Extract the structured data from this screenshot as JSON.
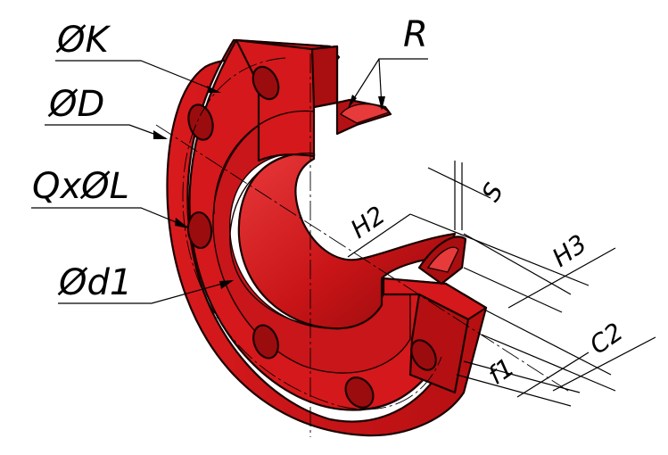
{
  "diagram": {
    "colors": {
      "flange_face": "#d5181b",
      "flange_side": "#b40f12",
      "flange_dark": "#8e0a0c",
      "flange_light": "#e63a3b",
      "outline": "#1a0000",
      "line": "#000000"
    },
    "labels": {
      "phi_K": "ØK",
      "phi_D": "ØD",
      "Q_phi_L": "QxØL",
      "phi_d1": "Ød1",
      "R": "R",
      "S": "S",
      "H2": "H2",
      "H3": "H3",
      "C2": "C2",
      "f1": "f1"
    }
  }
}
